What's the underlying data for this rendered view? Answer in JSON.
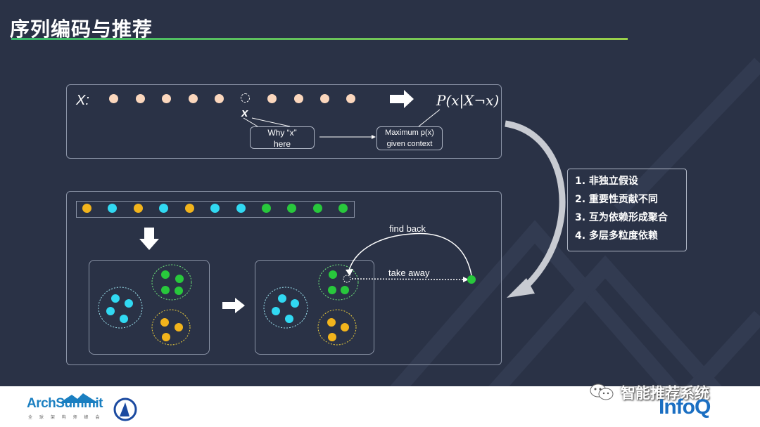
{
  "title": "序列编码与推荐",
  "top_panel": {
    "x_label": "X:",
    "masked_label": "x",
    "formula": "P(x|X¬x)",
    "why_text": "Why  \"x\"  here",
    "why_line1": "Why  “x”",
    "why_line2": "here",
    "max_line1": "Maximum  p(x)",
    "max_line2": "given  context"
  },
  "bottom_panel": {
    "find_back": "find  back",
    "take_away": "take  away"
  },
  "properties": [
    "1.  非独立假设",
    "2.  重要性贡献不同",
    "3.  互为依赖形成聚合",
    "4.  多层多粒度依赖"
  ],
  "colors": {
    "peach": "#fbd7bd",
    "yellow": "#f2b41c",
    "cyan": "#31d9f2",
    "green": "#28c83c",
    "accent": "#36b86a"
  },
  "footer": {
    "archsummit": "ArchSummit",
    "archsummit_sub": "全 球 架 构 师 峰 会",
    "infoq": "InfoQ",
    "watermark": "智能推荐系统"
  }
}
